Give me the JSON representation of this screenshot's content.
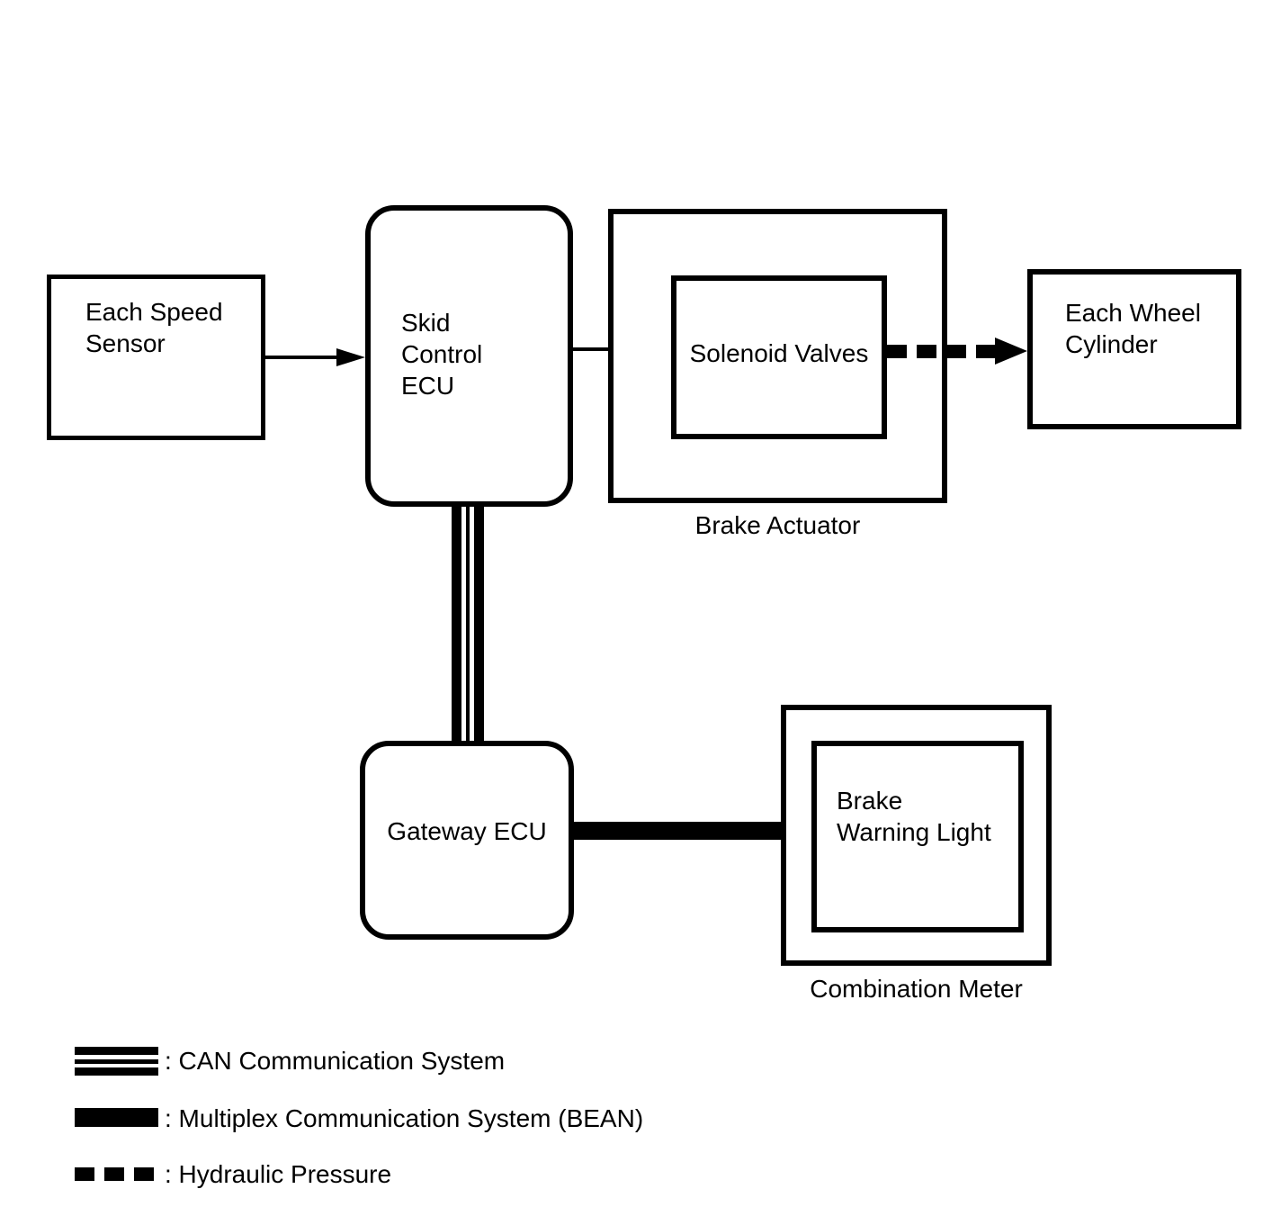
{
  "diagram": {
    "nodes": {
      "each_speed_sensor": "Each Speed Sensor",
      "skid_control_ecu": "Skid Control ECU",
      "solenoid_valves": "Solenoid Valves",
      "brake_actuator": "Brake Actuator",
      "each_wheel_cylinder": "Each Wheel Cylinder",
      "gateway_ecu": "Gateway ECU",
      "brake_warning_light": "Brake Warning Light",
      "combination_meter": "Combination Meter"
    },
    "edges": [
      {
        "from": "each_speed_sensor",
        "to": "skid_control_ecu",
        "type": "signal-arrow"
      },
      {
        "from": "skid_control_ecu",
        "to": "solenoid_valves",
        "type": "signal-arrow"
      },
      {
        "from": "solenoid_valves",
        "to": "each_wheel_cylinder",
        "type": "hydraulic-pressure"
      },
      {
        "from": "skid_control_ecu",
        "to": "gateway_ecu",
        "type": "can-communication"
      },
      {
        "from": "gateway_ecu",
        "to": "brake_warning_light",
        "type": "multiplex-bean"
      }
    ],
    "legend": [
      {
        "symbol": "can-triple-line",
        "label": ": CAN Communication System"
      },
      {
        "symbol": "bean-thick-line",
        "label": ": Multiplex Communication System (BEAN)"
      },
      {
        "symbol": "hydraulic-dashed-line",
        "label": ": Hydraulic Pressure"
      }
    ],
    "colors": {
      "line": "#000000",
      "background": "#ffffff"
    }
  }
}
